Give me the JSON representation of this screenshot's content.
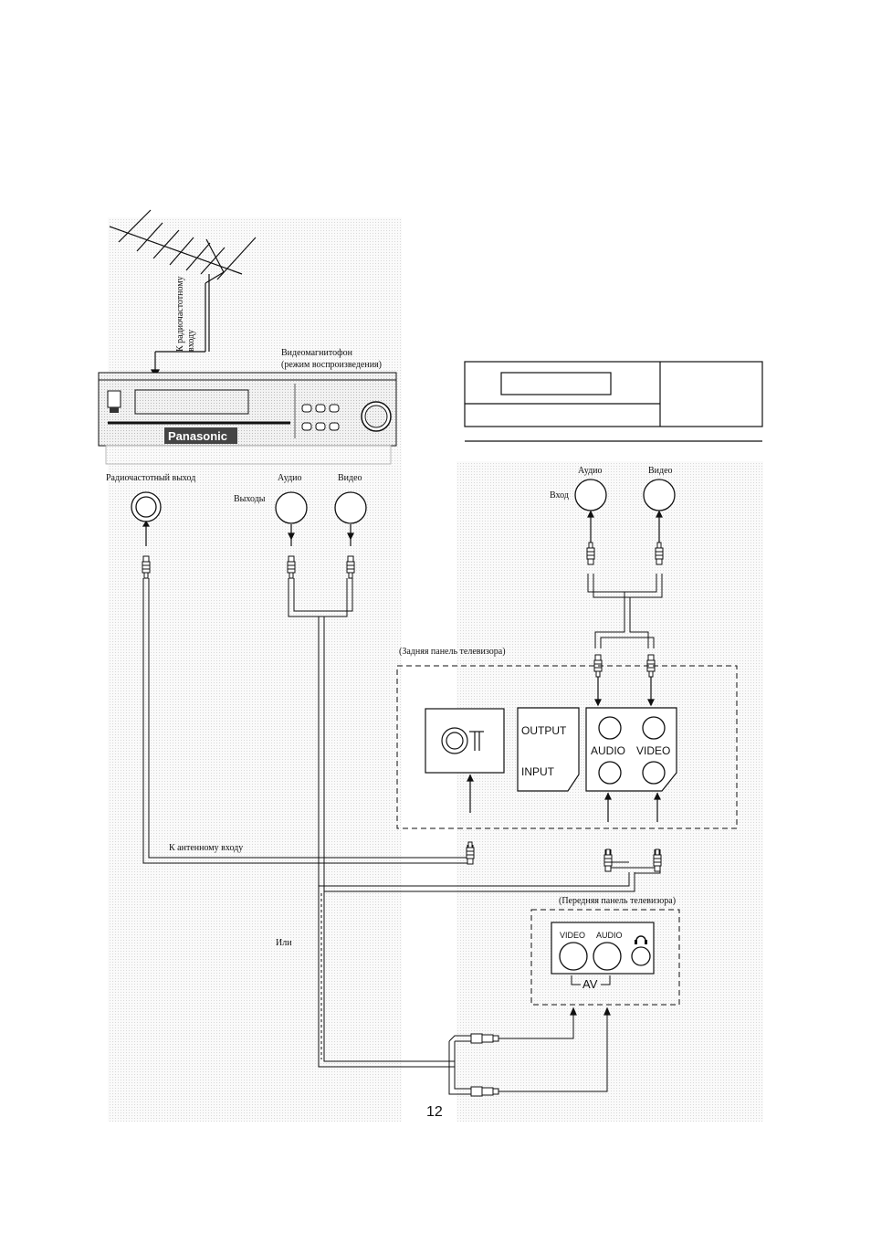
{
  "labels": {
    "antenna_line1": "К радиочастотному",
    "antenna_line2": "входу",
    "vcr_title_line1": "Видеомагнитофон",
    "vcr_title_line2": "(режим воспроизведения)",
    "vcr_brand": "Panasonic",
    "rf_out": "Радиочастотный выход",
    "audio_vcr": "Аудио",
    "video_vcr": "Видео",
    "outputs": "Выходы",
    "audio_rec": "Аудио",
    "video_rec": "Видео",
    "input_rec": "Вход",
    "tv_rear": "(Задняя панель телевизора)",
    "antenna_input": "К антенному входу",
    "tv_front": "(Передняя панель телевизора)",
    "or": "Или"
  },
  "panels": {
    "output": "OUTPUT",
    "input": "INPUT",
    "audio": "AUDIO",
    "video": "VIDEO",
    "front_video": "VIDEO",
    "front_audio": "AUDIO",
    "av": "AV"
  },
  "page_number": "12"
}
